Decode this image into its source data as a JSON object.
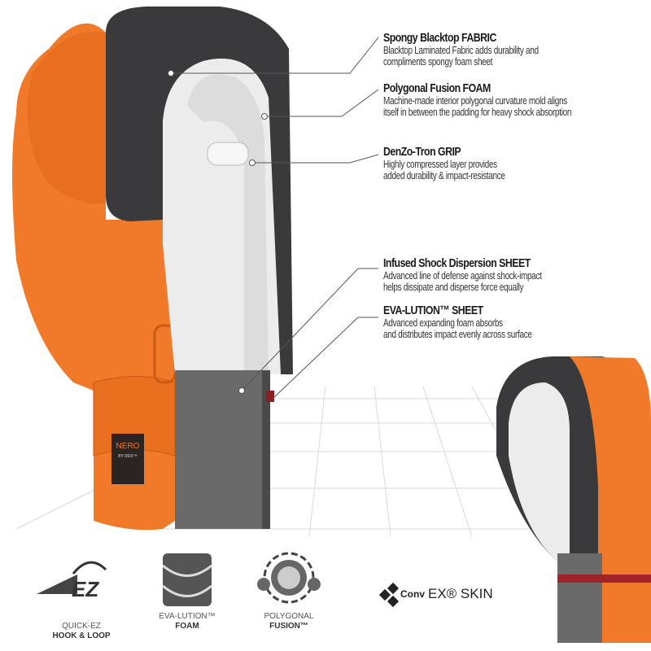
{
  "callouts": [
    {
      "title": "Spongy Blacktop FABRIC",
      "desc1": "Blacktop Laminated Fabric adds durability and",
      "desc2": "compliments spongy foam sheet"
    },
    {
      "title": "Polygonal Fusion FOAM",
      "desc1": "Machine-made interior polygonal curvature mold aligns",
      "desc2": "itself in between the padding for heavy shock absorption"
    },
    {
      "title": "DenZo-Tron GRIP",
      "desc1": "Highly compressed layer provides",
      "desc2": "added durability & impact-resistance"
    },
    {
      "title": "Infused Shock Dispersion SHEET",
      "desc1": "Advanced line of defense against shock-impact",
      "desc2": "helps dissipate and disperse force equally"
    },
    {
      "title": "EVA-LUTION™ SHEET",
      "desc1": "Advanced expanding foam absorbs",
      "desc2": "and distributes impact evenly across surface"
    }
  ],
  "glove_label": {
    "brand": "NERO",
    "sub": "BY RDX™"
  },
  "badges": [
    {
      "line1": "QUICK-EZ",
      "line2": "HOOK & LOOP",
      "logo": "EZ"
    },
    {
      "line1": "EVA-LUTION™",
      "line2": "FOAM"
    },
    {
      "line1": "POLYGONAL",
      "line2": "FUSION™"
    }
  ],
  "convex": {
    "bold": "Conv",
    "rest": "EX® SKIN"
  },
  "colors": {
    "orange": "#f07a2a",
    "dark": "#3a3a3c",
    "foam": "#ececec",
    "grey": "#6a6a6a"
  }
}
